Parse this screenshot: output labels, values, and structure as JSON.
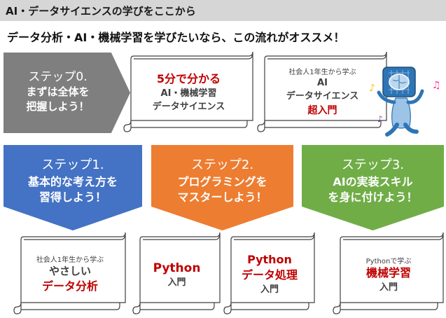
{
  "header": {
    "title": "AI・データサイエンスの学びをここから"
  },
  "subtitle": "データ分析・AI・機械学習を学びたいなら、この流れがオススメ！",
  "step0": {
    "label": "ステップ0.",
    "desc_line1": "まずは全体を",
    "desc_line2": "把握しよう！",
    "cards": [
      {
        "line1": "5分で分かる",
        "line2": "AI・機械学習",
        "line3": "データサイエンス"
      },
      {
        "line1": "社会人1年生から学ぶ",
        "line2": "AI",
        "line3": "データサイエンス",
        "line4": "超入門"
      }
    ]
  },
  "step1": {
    "label": "ステップ1.",
    "desc_line1": "基本的な考え方を",
    "desc_line2": "習得しよう！",
    "card": {
      "line1": "社会人1年生から学ぶ",
      "line2": "やさしい",
      "line3": "データ分析"
    }
  },
  "step2": {
    "label": "ステップ2.",
    "desc_line1": "プログラミングを",
    "desc_line2": "マスターしよう！",
    "cards": [
      {
        "line1": "Python",
        "line2": "入門"
      },
      {
        "line1": "Python",
        "line2": "データ処理",
        "line3": "入門"
      }
    ]
  },
  "step3": {
    "label": "ステップ3.",
    "desc_line1": "AIの実装スキル",
    "desc_line2": "を身に付けよう！",
    "card": {
      "line1": "Pythonで学ぶ",
      "line2": "機械学習",
      "line3": "入門"
    }
  },
  "colors": {
    "step0": "#7f7f7f",
    "step1": "#4472c4",
    "step2": "#ed7d31",
    "step3": "#70ad47",
    "accent_red": "#c00000",
    "header_bg": "#d6d6d6"
  },
  "icons": {
    "mascot": "robot-brain-mascot-icon",
    "music": "music-note-icon"
  }
}
